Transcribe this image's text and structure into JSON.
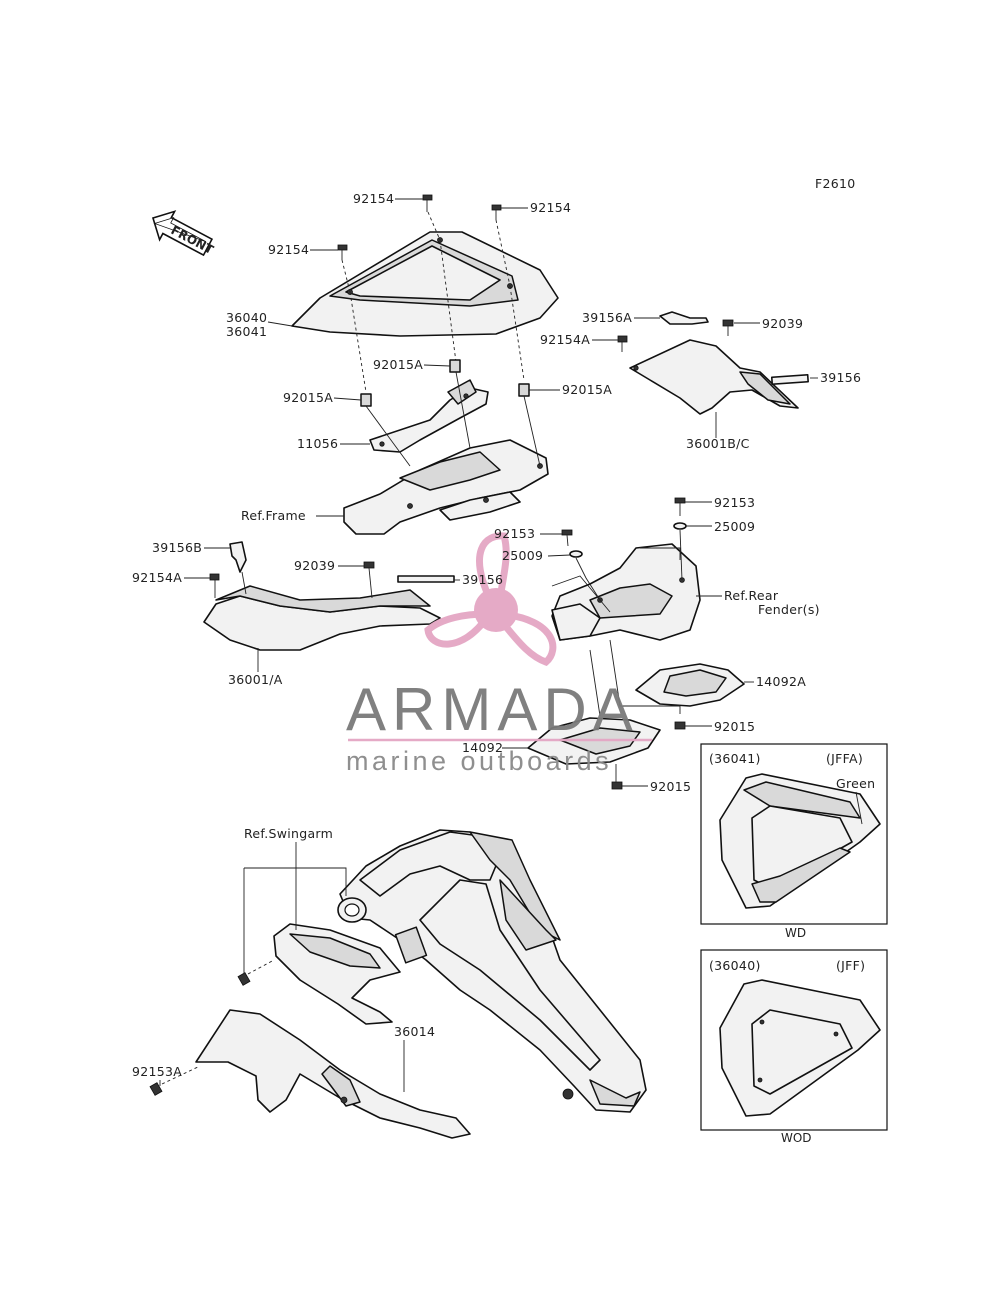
{
  "figure_code": "F2610",
  "front_label": "FRONT",
  "callouts": [
    {
      "id": "c-92154-a",
      "text": "92154"
    },
    {
      "id": "c-92154-b",
      "text": "92154"
    },
    {
      "id": "c-92154-c",
      "text": "92154"
    },
    {
      "id": "c-36040",
      "text": "36040"
    },
    {
      "id": "c-36041",
      "text": "36041"
    },
    {
      "id": "c-92015a-a",
      "text": "92015A"
    },
    {
      "id": "c-92015a-b",
      "text": "92015A"
    },
    {
      "id": "c-92015a-c",
      "text": "92015A"
    },
    {
      "id": "c-11056",
      "text": "11056"
    },
    {
      "id": "c-ref-frame",
      "text": "Ref.Frame"
    },
    {
      "id": "c-39156a",
      "text": "39156A"
    },
    {
      "id": "c-92039-a",
      "text": "92039"
    },
    {
      "id": "c-92154a-a",
      "text": "92154A"
    },
    {
      "id": "c-39156-a",
      "text": "39156"
    },
    {
      "id": "c-36001bc",
      "text": "36001B/C"
    },
    {
      "id": "c-92153-a",
      "text": "92153"
    },
    {
      "id": "c-25009-a",
      "text": "25009"
    },
    {
      "id": "c-92153-b",
      "text": "92153"
    },
    {
      "id": "c-25009-b",
      "text": "25009"
    },
    {
      "id": "c-ref-rear",
      "text": "Ref.Rear"
    },
    {
      "id": "c-fenders",
      "text": "Fender(s)"
    },
    {
      "id": "c-39156b",
      "text": "39156B"
    },
    {
      "id": "c-92154a-b",
      "text": "92154A"
    },
    {
      "id": "c-92039-b",
      "text": "92039"
    },
    {
      "id": "c-39156-b",
      "text": "39156"
    },
    {
      "id": "c-36001a",
      "text": "36001/A"
    },
    {
      "id": "c-14092a",
      "text": "14092A"
    },
    {
      "id": "c-92015-a",
      "text": "92015"
    },
    {
      "id": "c-14092",
      "text": "14092"
    },
    {
      "id": "c-92015-b",
      "text": "92015"
    },
    {
      "id": "c-ref-swingarm",
      "text": "Ref.Swingarm"
    },
    {
      "id": "c-92153a",
      "text": "92153A"
    },
    {
      "id": "c-36014",
      "text": "36014"
    }
  ],
  "inset_wd": {
    "part": "(36041)",
    "code": "(JFFA)",
    "color_note": "Green",
    "caption": "WD"
  },
  "inset_wod": {
    "part": "(36040)",
    "code": "(JFF)",
    "caption": "WOD"
  },
  "watermark": {
    "title": "ARMADA",
    "subtitle": "marine outboards",
    "accent": "#e4a6c4"
  },
  "colors": {
    "line": "#111111",
    "watermark_text": "#7a7a7a",
    "watermark_pink": "#e4a6c4"
  }
}
